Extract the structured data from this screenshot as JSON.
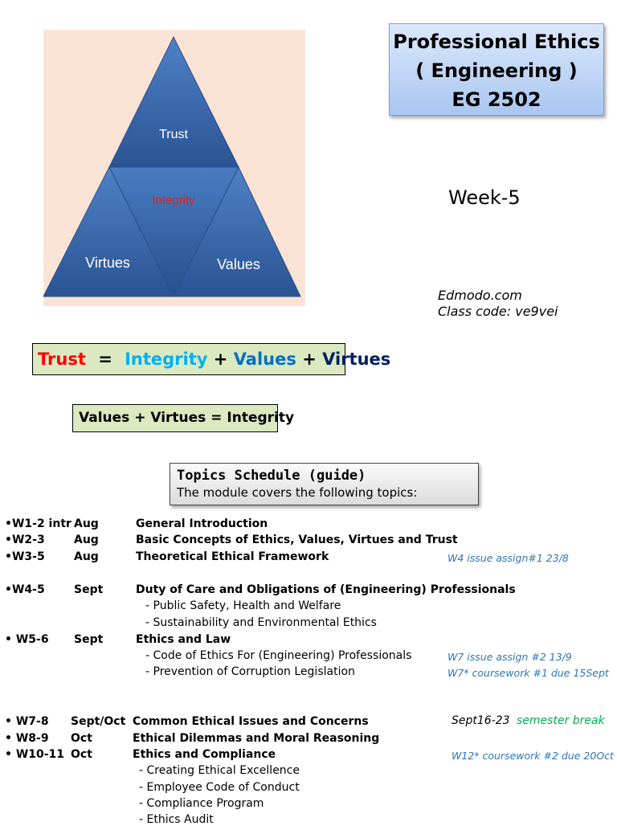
{
  "title": {
    "line1": "Professional Ethics",
    "line2": "( Engineering )",
    "line3": "EG 2502"
  },
  "week": "Week-5",
  "edmodo": {
    "site": "Edmodo.com",
    "class_code": "Class code: ve9vei"
  },
  "pyramid": {
    "top": "Trust",
    "center": "Integrity",
    "left": "Virtues",
    "right": "Values"
  },
  "equation1": {
    "trust": "Trust",
    "eq": "=",
    "integrity": "Integrity",
    "plus1": "+",
    "values": "Values",
    "plus2": "+",
    "virtues": "Virtues"
  },
  "equation2": "Values + Virtues = Integrity",
  "topics": {
    "heading": "Topics Schedule (guide)",
    "subheading": "The module covers the following topics:"
  },
  "schedule": [
    {
      "week": "•W1-2 intr",
      "month": "Aug",
      "topic": "General Introduction"
    },
    {
      "week": "•W2-3",
      "month": "Aug",
      "topic": "Basic Concepts of Ethics, Values, Virtues and Trust"
    },
    {
      "week": "•W3-5",
      "month": "Aug",
      "topic": "Theoretical Ethical Framework"
    },
    {
      "week": "•W4-5",
      "month": "Sept",
      "topic": "Duty of Care and Obligations of (Engineering) Professionals"
    },
    {
      "week": "• W5-6",
      "month": "Sept",
      "topic": "Ethics and Law"
    },
    {
      "week": "• W7-8",
      "month": "Sept/Oct",
      "topic": "Common Ethical Issues and Concerns"
    },
    {
      "week": "• W8-9",
      "month": "Oct",
      "topic": "Ethical Dilemmas and Moral Reasoning"
    },
    {
      "week": "• W10-11",
      "month": "Oct",
      "topic": "Ethics and Compliance"
    }
  ],
  "subtopics": {
    "w45_a": "- Public Safety, Health and Welfare",
    "w45_b": "- Sustainability and Environmental Ethics",
    "w56_a": "- Code of Ethics For (Engineering) Professionals",
    "w56_b": "- Prevention of Corruption Legislation",
    "w1011_a": "- Creating Ethical Excellence",
    "w1011_b": "- Employee Code of Conduct",
    "w1011_c": "- Compliance Program",
    "w1011_d": "- Ethics Audit"
  },
  "notes": {
    "n1": "W4  issue assign#1 23/8",
    "n2": "W7 issue assign #2 13/9",
    "n3": "W7* coursework #1 due 15Sept",
    "n4_date": "Sept16-23",
    "n4_label": "semester break",
    "n5": "W12* coursework #2 due 20Oct"
  },
  "colors": {
    "trust": "#ff0000",
    "integrity": "#00b0f0",
    "values": "#0070c0",
    "virtues": "#002060",
    "note": "#2e75b6",
    "break": "#00b050"
  }
}
